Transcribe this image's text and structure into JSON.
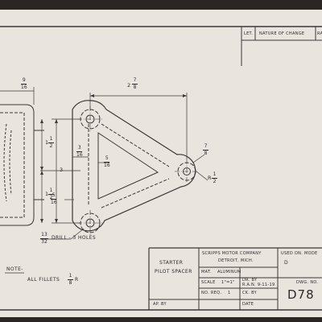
{
  "revision_header": {
    "let_label": "LET.",
    "nature_label": "NATURE OF CHANGE",
    "right_label": "RA"
  },
  "dimensions": {
    "left_numer": "9",
    "left_denom": "16",
    "top_whole": "2",
    "top_numer": "7",
    "top_denom": "8",
    "height": "3",
    "half_upper": "1",
    "half_upper_numer": "1",
    "half_upper_denom": "2",
    "half_lower": "1",
    "half_lower_numer": "1",
    "half_lower_denom": "2",
    "web_a_numer": "3",
    "web_a_denom": "16",
    "web_b_numer": "5",
    "web_b_denom": "16",
    "web_c_numer": "5",
    "web_c_denom": "16",
    "hole_numer": "7",
    "hole_denom": "8",
    "radius_label": "R",
    "radius_numer": "1",
    "radius_denom": "2"
  },
  "notes": {
    "drill": "DRILL - 3 HOLES",
    "drill_numer": "13",
    "drill_denom": "32",
    "note_label": "NOTE-",
    "fillets": "ALL FILLETS",
    "fillets_numer": "1",
    "fillets_denom": "8",
    "fillets_suffix": "R"
  },
  "title_block": {
    "part_name_1": "STARTER",
    "part_name_2": "PILOT SPACER",
    "company_1": "SCRIPPS MOTOR COMPANY",
    "company_2": "DETROIT, MICH.",
    "used_on_label": "USED ON. MODE",
    "used_on_value": "D",
    "mat_label": "MAT.",
    "mat_value": "ALUMINUM",
    "scale_label": "SCALE",
    "scale_value": "1\"=1\"",
    "dr_by_label": "DR. BY",
    "dr_by_value": "R.A.N. 9-11-19",
    "no_req_label": "NO. REQ.",
    "no_req_value": "1",
    "ck_by_label": "CK. BY",
    "ap_by_label": "AP. BY",
    "date_label": "DATE",
    "dwg_no_label": "DWG. NO.",
    "dwg_no_value": "D78"
  }
}
